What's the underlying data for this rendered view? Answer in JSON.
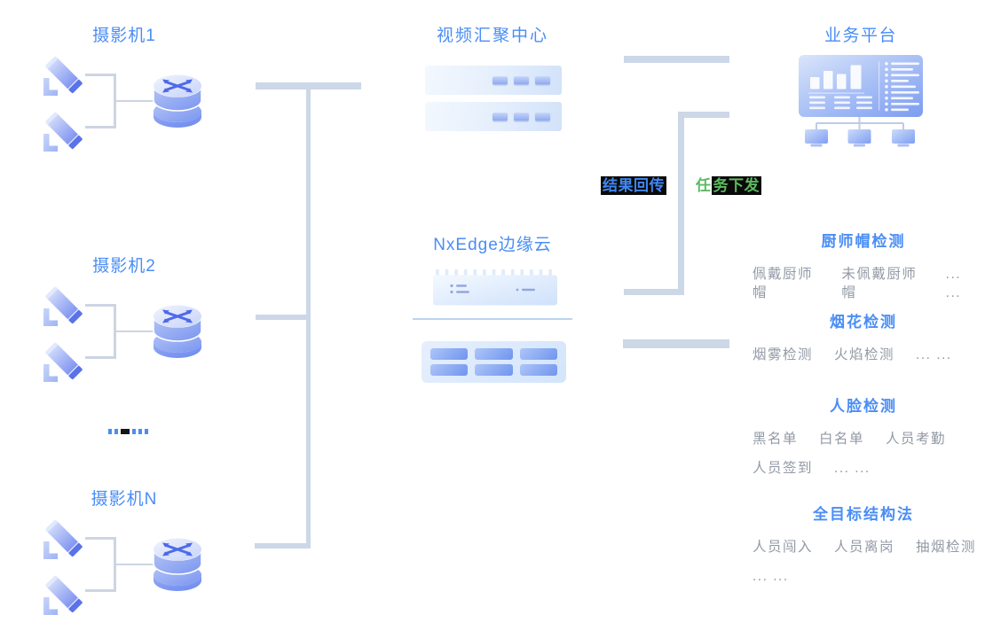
{
  "colors": {
    "accent_blue": "#4a8df5",
    "item_gray": "#939aa5",
    "flow_result_blue": "#3f87f2",
    "flow_task_green": "#5cbb60",
    "connector_line": "#ccd7e7"
  },
  "cameras": {
    "groups": [
      {
        "label": "摄影机1"
      },
      {
        "label": "摄影机2"
      },
      {
        "label": "摄影机N"
      }
    ]
  },
  "center": {
    "hub_title": "视频汇聚中心",
    "edge_title": "NxEdge边缘云"
  },
  "platform": {
    "title": "业务平台"
  },
  "flow": {
    "result_label": "结果回传",
    "task_label_head": "任",
    "task_label_tail": "务下发"
  },
  "sections": [
    {
      "title": "厨师帽检测",
      "rows": [
        [
          "佩戴厨师帽",
          "未佩戴厨师帽",
          "... ..."
        ]
      ]
    },
    {
      "title": "烟花检测",
      "rows": [
        [
          "烟雾检测",
          "火焰检测",
          "... ..."
        ]
      ]
    },
    {
      "title": "人脸检测",
      "rows": [
        [
          "黑名单",
          "白名单",
          "人员考勤"
        ],
        [
          "人员签到",
          "... ..."
        ]
      ]
    },
    {
      "title": "全目标结构法",
      "rows": [
        [
          "人员闯入",
          "人员离岗",
          "抽烟检测"
        ],
        [
          "... ..."
        ]
      ]
    }
  ],
  "icons": {
    "camera-icon": "isometric cctv camera shape",
    "router-icon": "isometric switch cylinder with cross arrows",
    "server-rack-icon": "rack unit bar with three slots",
    "edge-chip-icon": "notched edge-compute module",
    "gpu-server-icon": "box with six slots",
    "dashboard-icon": "analytics screen with bar chart and list",
    "monitor-icon": "small display terminal"
  }
}
